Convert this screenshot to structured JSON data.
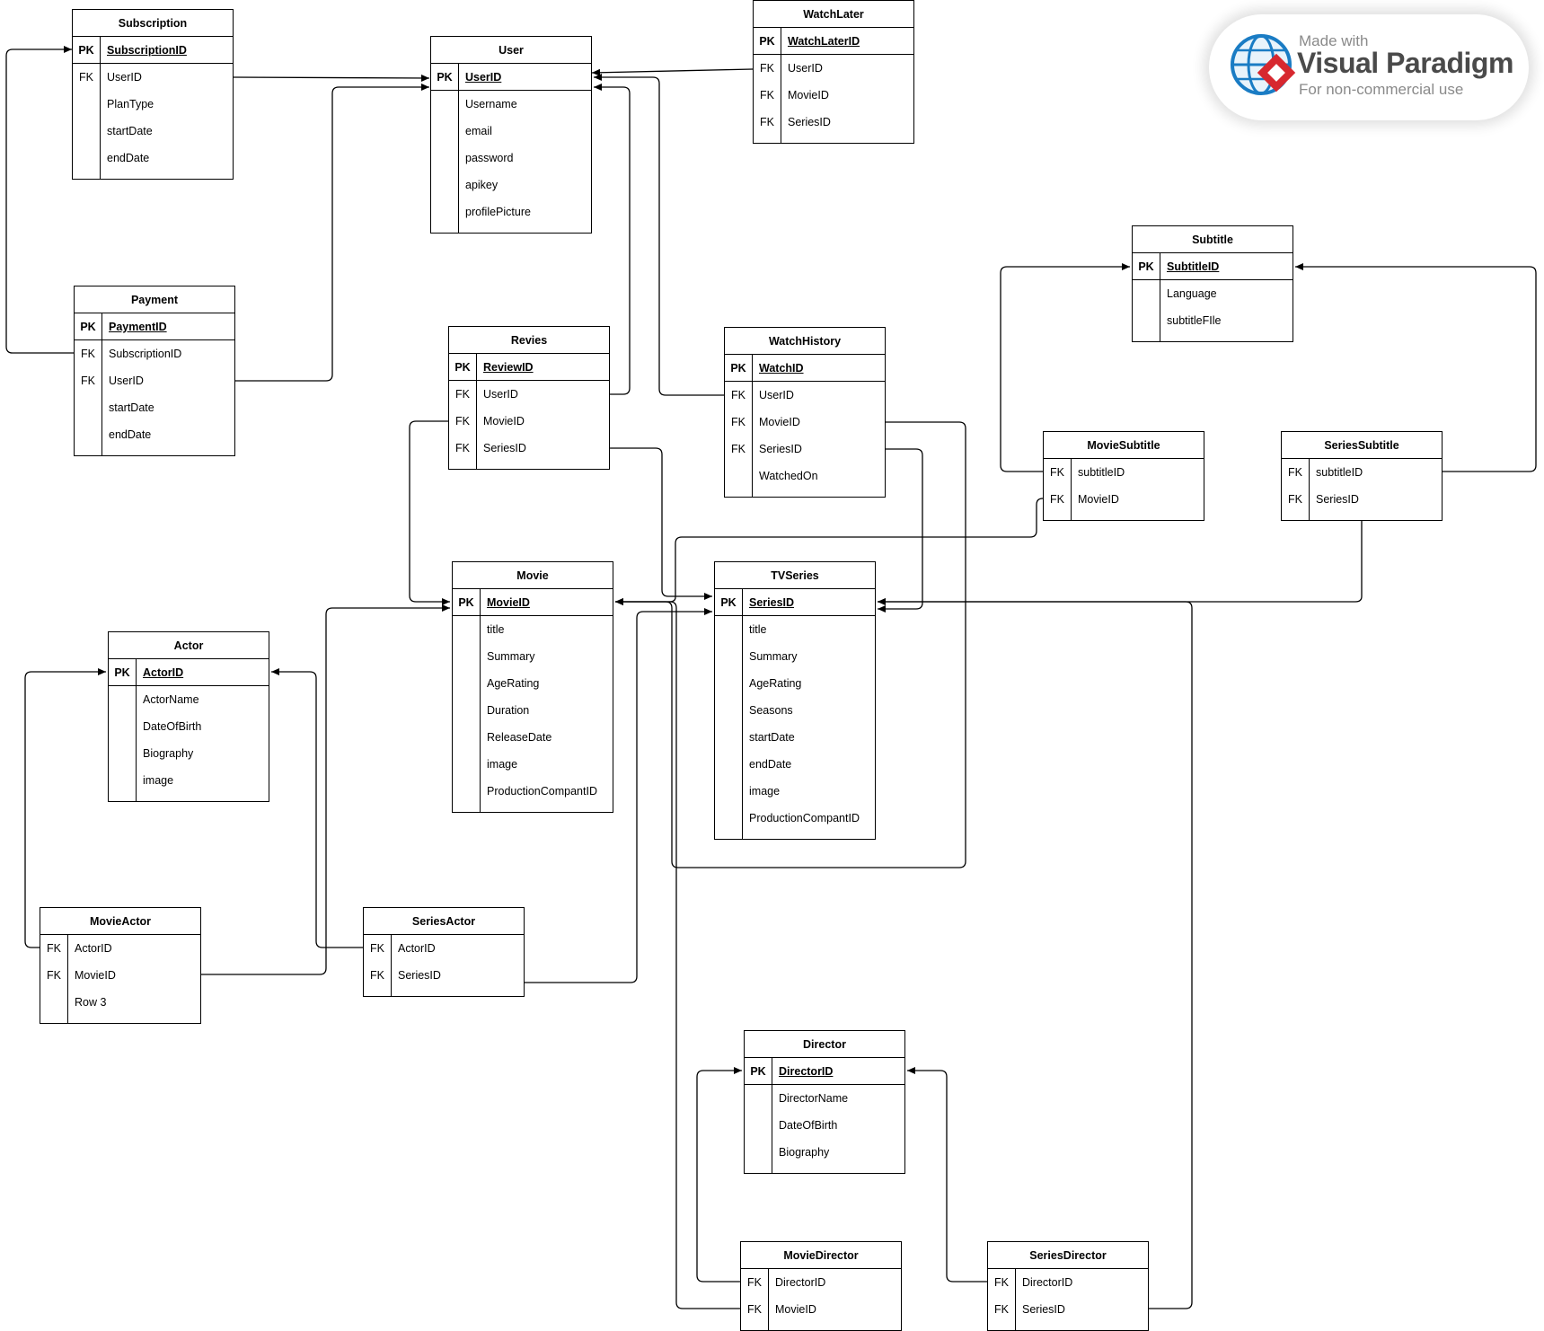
{
  "entities": {
    "subscription": {
      "title": "Subscription",
      "rows": [
        {
          "key": "PK",
          "field": "SubscriptionID"
        },
        {
          "key": "FK",
          "field": "UserID"
        },
        {
          "key": "",
          "field": "PlanType"
        },
        {
          "key": "",
          "field": "startDate"
        },
        {
          "key": "",
          "field": "endDate"
        }
      ]
    },
    "user": {
      "title": "User",
      "rows": [
        {
          "key": "PK",
          "field": "UserID"
        },
        {
          "key": "",
          "field": "Username"
        },
        {
          "key": "",
          "field": "email"
        },
        {
          "key": "",
          "field": "password"
        },
        {
          "key": "",
          "field": "apikey"
        },
        {
          "key": "",
          "field": "profilePicture"
        }
      ]
    },
    "watchlater": {
      "title": "WatchLater",
      "rows": [
        {
          "key": "PK",
          "field": "WatchLaterID"
        },
        {
          "key": "FK",
          "field": "UserID"
        },
        {
          "key": "FK",
          "field": "MovieID"
        },
        {
          "key": "FK",
          "field": "SeriesID"
        }
      ]
    },
    "subtitle": {
      "title": "Subtitle",
      "rows": [
        {
          "key": "PK",
          "field": "SubtitleID"
        },
        {
          "key": "",
          "field": "Language"
        },
        {
          "key": "",
          "field": "subtitleFIle"
        }
      ]
    },
    "payment": {
      "title": "Payment",
      "rows": [
        {
          "key": "PK",
          "field": "PaymentID"
        },
        {
          "key": "FK",
          "field": "SubscriptionID"
        },
        {
          "key": "FK",
          "field": "UserID"
        },
        {
          "key": "",
          "field": "startDate"
        },
        {
          "key": "",
          "field": "endDate"
        }
      ]
    },
    "revies": {
      "title": "Revies",
      "rows": [
        {
          "key": "PK",
          "field": "ReviewID"
        },
        {
          "key": "FK",
          "field": "UserID"
        },
        {
          "key": "FK",
          "field": "MovieID"
        },
        {
          "key": "FK",
          "field": "SeriesID"
        }
      ]
    },
    "watchhistory": {
      "title": "WatchHistory",
      "rows": [
        {
          "key": "PK",
          "field": "WatchID"
        },
        {
          "key": "FK",
          "field": "UserID"
        },
        {
          "key": "FK",
          "field": "MovieID"
        },
        {
          "key": "FK",
          "field": "SeriesID"
        },
        {
          "key": "",
          "field": "WatchedOn"
        }
      ]
    },
    "moviesubtitle": {
      "title": "MovieSubtitle",
      "rows": [
        {
          "key": "FK",
          "field": "subtitleID"
        },
        {
          "key": "FK",
          "field": "MovieID"
        }
      ]
    },
    "seriessubtitle": {
      "title": "SeriesSubtitle",
      "rows": [
        {
          "key": "FK",
          "field": "subtitleID"
        },
        {
          "key": "FK",
          "field": "SeriesID"
        }
      ]
    },
    "movie": {
      "title": "Movie",
      "rows": [
        {
          "key": "PK",
          "field": "MovieID"
        },
        {
          "key": "",
          "field": "title"
        },
        {
          "key": "",
          "field": "Summary"
        },
        {
          "key": "",
          "field": "AgeRating"
        },
        {
          "key": "",
          "field": "Duration"
        },
        {
          "key": "",
          "field": "ReleaseDate"
        },
        {
          "key": "",
          "field": "image"
        },
        {
          "key": "",
          "field": "ProductionCompantID"
        }
      ]
    },
    "tvseries": {
      "title": "TVSeries",
      "rows": [
        {
          "key": "PK",
          "field": "SeriesID"
        },
        {
          "key": "",
          "field": "title"
        },
        {
          "key": "",
          "field": "Summary"
        },
        {
          "key": "",
          "field": "AgeRating"
        },
        {
          "key": "",
          "field": "Seasons"
        },
        {
          "key": "",
          "field": "startDate"
        },
        {
          "key": "",
          "field": "endDate"
        },
        {
          "key": "",
          "field": "image"
        },
        {
          "key": "",
          "field": "ProductionCompantID"
        }
      ]
    },
    "actor": {
      "title": "Actor",
      "rows": [
        {
          "key": "PK",
          "field": "ActorID"
        },
        {
          "key": "",
          "field": "ActorName"
        },
        {
          "key": "",
          "field": "DateOfBirth"
        },
        {
          "key": "",
          "field": "Biography"
        },
        {
          "key": "",
          "field": "image"
        }
      ]
    },
    "movieactor": {
      "title": "MovieActor",
      "rows": [
        {
          "key": "FK",
          "field": "ActorID"
        },
        {
          "key": "FK",
          "field": "MovieID"
        },
        {
          "key": "",
          "field": "Row 3"
        }
      ]
    },
    "seriesactor": {
      "title": "SeriesActor",
      "rows": [
        {
          "key": "FK",
          "field": "ActorID"
        },
        {
          "key": "FK",
          "field": "SeriesID"
        }
      ]
    },
    "director": {
      "title": "Director",
      "rows": [
        {
          "key": "PK",
          "field": "DirectorID"
        },
        {
          "key": "",
          "field": "DirectorName"
        },
        {
          "key": "",
          "field": "DateOfBirth"
        },
        {
          "key": "",
          "field": "Biography"
        }
      ]
    },
    "moviedirector": {
      "title": "MovieDirector",
      "rows": [
        {
          "key": "FK",
          "field": "DirectorID"
        },
        {
          "key": "FK",
          "field": "MovieID"
        }
      ]
    },
    "seriesdirector": {
      "title": "SeriesDirector",
      "rows": [
        {
          "key": "FK",
          "field": "DirectorID"
        },
        {
          "key": "FK",
          "field": "SeriesID"
        }
      ]
    }
  },
  "watermark": {
    "made_with": "Made with",
    "brand": "Visual Paradigm",
    "note": "For non-commercial use",
    "colors": {
      "globe": "#1a7cc4",
      "diamond": "#d7282f",
      "text": "#4a4a4a"
    }
  }
}
